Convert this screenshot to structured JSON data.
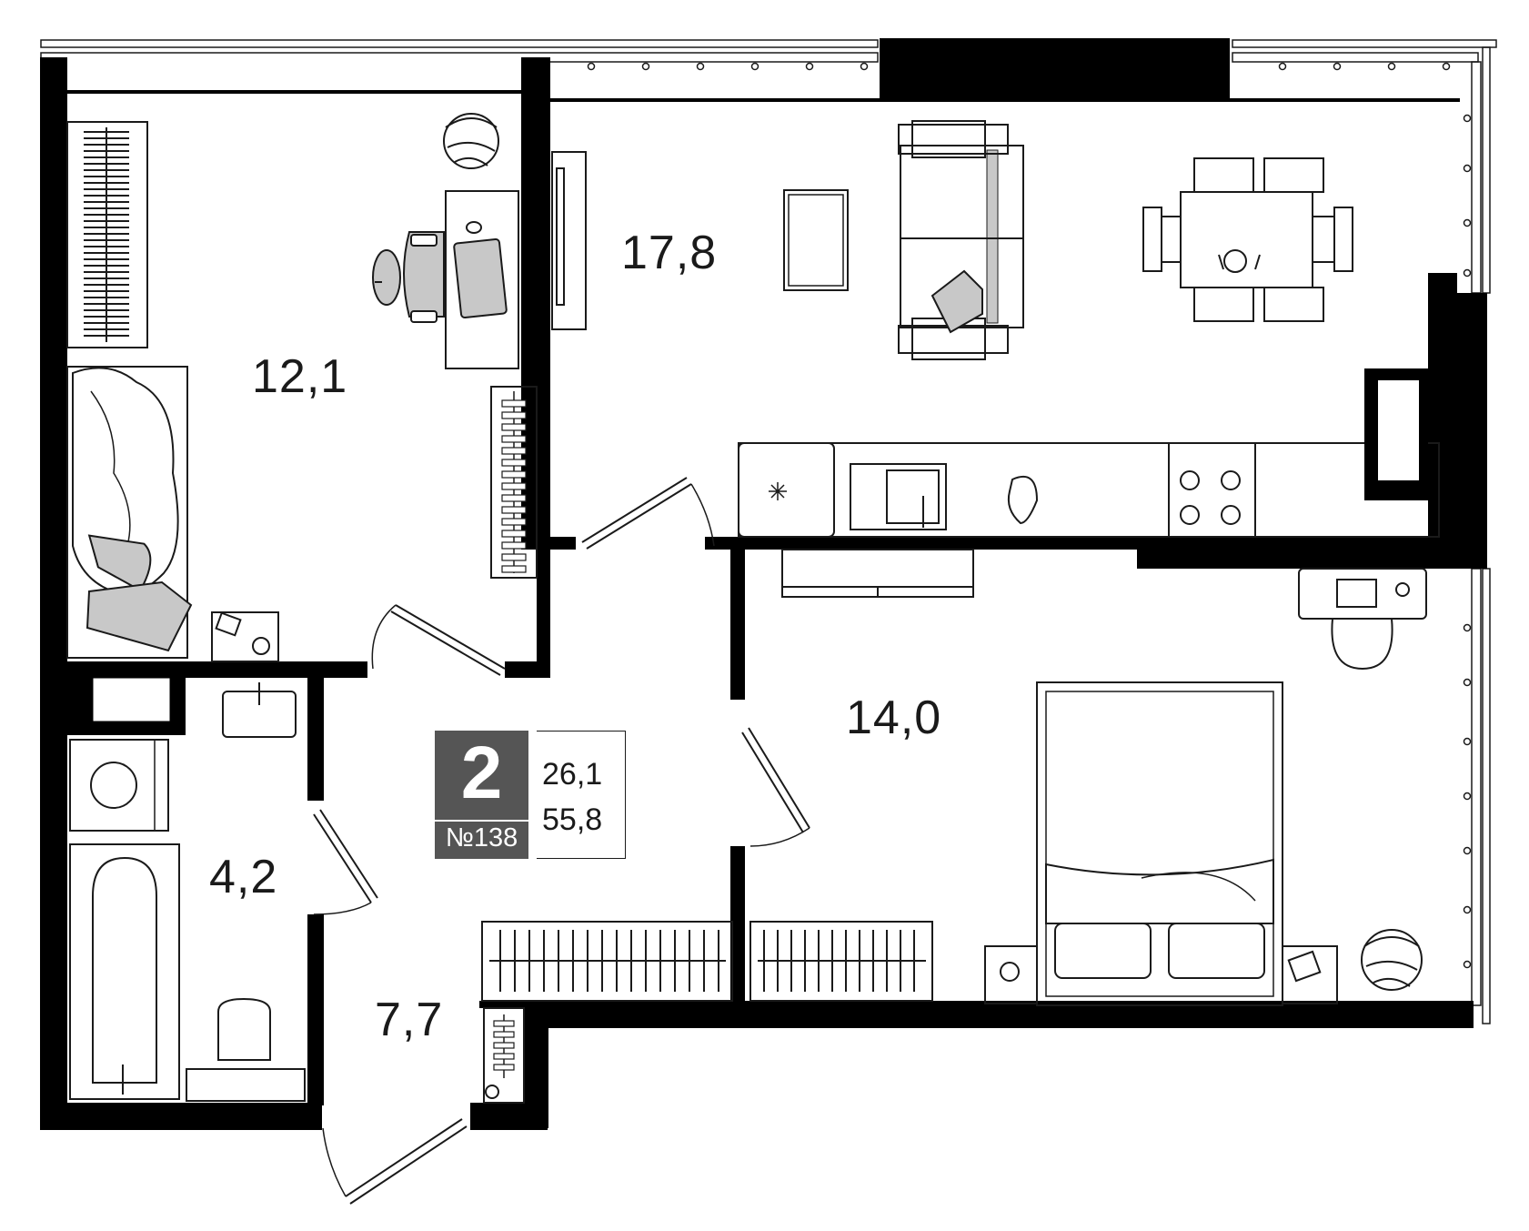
{
  "rooms": {
    "bedroom_small": {
      "area": "12,1"
    },
    "living_kitchen": {
      "area": "17,8"
    },
    "bedroom_large": {
      "area": "14,0"
    },
    "bathroom": {
      "area": "4,2"
    },
    "hallway": {
      "area": "7,7"
    }
  },
  "badge": {
    "room_count": "2",
    "apartment_number": "№138",
    "living_area": "26,1",
    "total_area": "55,8"
  },
  "colors": {
    "wall": "#000000",
    "line": "#1a1a1a",
    "badge": "#555555",
    "fill_grey": "#c8c8c8"
  }
}
